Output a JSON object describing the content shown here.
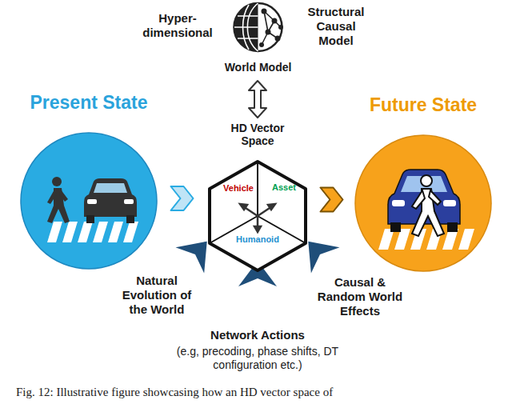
{
  "diagram": {
    "caption": "Fig. 12: Illustrative figure showcasing how an HD vector space of",
    "nodes": [
      {
        "text": [
          "World Model"
        ]
      },
      {
        "text": [
          "Present State"
        ]
      },
      {
        "text": [
          "HD Vector Space",
          "Vehicle",
          "Asset",
          "Humanoid"
        ]
      },
      {
        "text": [
          "Future State"
        ]
      }
    ],
    "edges": [
      {
        "from": 0,
        "to": 2,
        "arrow": "both"
      },
      {
        "from": 1,
        "to": 2,
        "arrow": "to"
      },
      {
        "from": 2,
        "to": 3,
        "arrow": "to"
      }
    ],
    "labels": [
      "Hyper-dimensional",
      "Structural Causal Model",
      "Natural Evolution of the World",
      "Causal & Random World Effects",
      "Network Actions",
      "(e.g, precoding, phase shifts, DT configuration etc.)"
    ]
  }
}
